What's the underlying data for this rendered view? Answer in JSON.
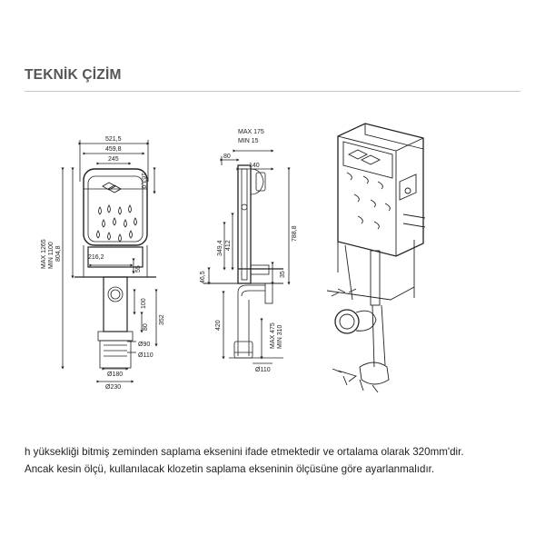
{
  "page": {
    "title": "TEKNİK ÇİZİM"
  },
  "front_view": {
    "dims": {
      "overall_width": "521,5",
      "frame_width": "459,8",
      "panel_width": "245",
      "top_height": "163,0",
      "total_height": "804,8",
      "height_range_max": "MAX 1265",
      "height_range_min": "MIN 1100",
      "inner_width": "216,2",
      "depth": "55",
      "pipe_offset": "100",
      "pipe_spacing": "80",
      "pipe_height": "352",
      "pipe_dia_small": "Ø90",
      "pipe_dia_mid": "Ø110",
      "pipe_dia_base": "Ø180",
      "base_dia": "Ø230"
    }
  },
  "side_view": {
    "dims": {
      "depth_max": "MAX 175",
      "depth_min": "MIN 15",
      "depth_80": "80",
      "width_140": "140",
      "height_412": "412",
      "height_349": "349,4",
      "height_788": "788,8",
      "offset_46": "46,5",
      "offset_35": "35",
      "height_420": "420",
      "range_max": "MAX 475",
      "range_min": "MIN 310",
      "outlet_dia": "Ø110"
    }
  },
  "note": {
    "line1": "h yüksekliği bitmiş zeminden saplama eksenini ifade etmektedir ve ortalama olarak 320mm'dir.",
    "line2": "Ancak kesin ölçü, kullanılacak klozetin saplama ekseninin ölçüsüne göre ayarlanmalıdır."
  },
  "colors": {
    "line": "#222222",
    "title": "#555555",
    "rule": "#c8c8c8"
  }
}
